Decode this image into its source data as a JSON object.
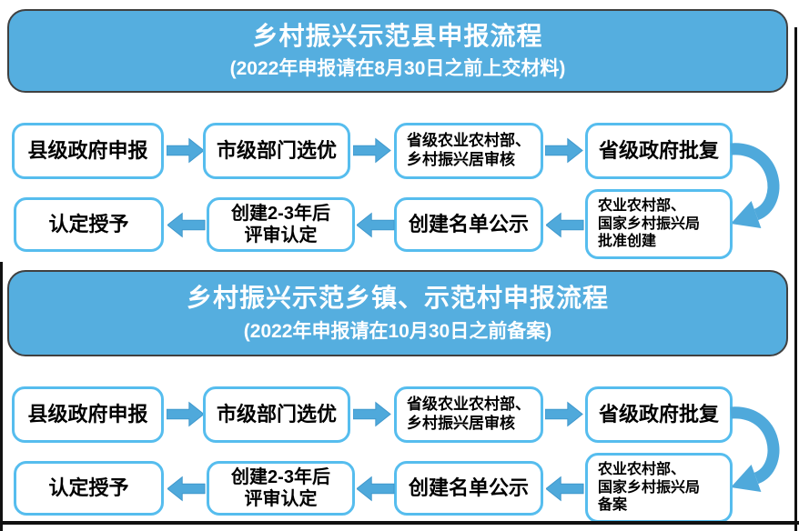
{
  "colors": {
    "banner_fill": "#55AEDF",
    "banner_border": "#404040",
    "banner_text": "#FFFFFF",
    "box_fill": "#FFFFFF",
    "box_border": "#56BDEE",
    "box_text": "#000000",
    "arrow_fill": "#4FA9DB",
    "arrow_stroke": "#3E97CC",
    "frame_line": "#111111"
  },
  "flows": [
    {
      "banner": {
        "title": "乡村振兴示范县申报流程",
        "subtitle": "(2022年申报请在8月30日之前上交材料)"
      },
      "steps": {
        "county_apply": "县级政府申报",
        "city_select": "市级部门选优",
        "province_review": "省级农业农村部、\n乡村振兴居审核",
        "province_approve": "省级政府批复",
        "national_approve": "农业农村部、\n国家乡村振兴局\n批准创建",
        "list_publicity": "创建名单公示",
        "review_after": "创建2-3年后\n评审认定",
        "award": "认定授予"
      }
    },
    {
      "banner": {
        "title": "乡村振兴示范乡镇、示范村申报流程",
        "subtitle": "(2022年申报请在10月30日之前备案)"
      },
      "steps": {
        "county_apply": "县级政府申报",
        "city_select": "市级部门选优",
        "province_review": "省级农业农村部、\n乡村振兴居审核",
        "province_approve": "省级政府批复",
        "national_approve": "农业农村部、\n国家乡村振兴局\n备案",
        "list_publicity": "创建名单公示",
        "review_after": "创建2-3年后\n评审认定",
        "award": "认定授予"
      }
    }
  ]
}
